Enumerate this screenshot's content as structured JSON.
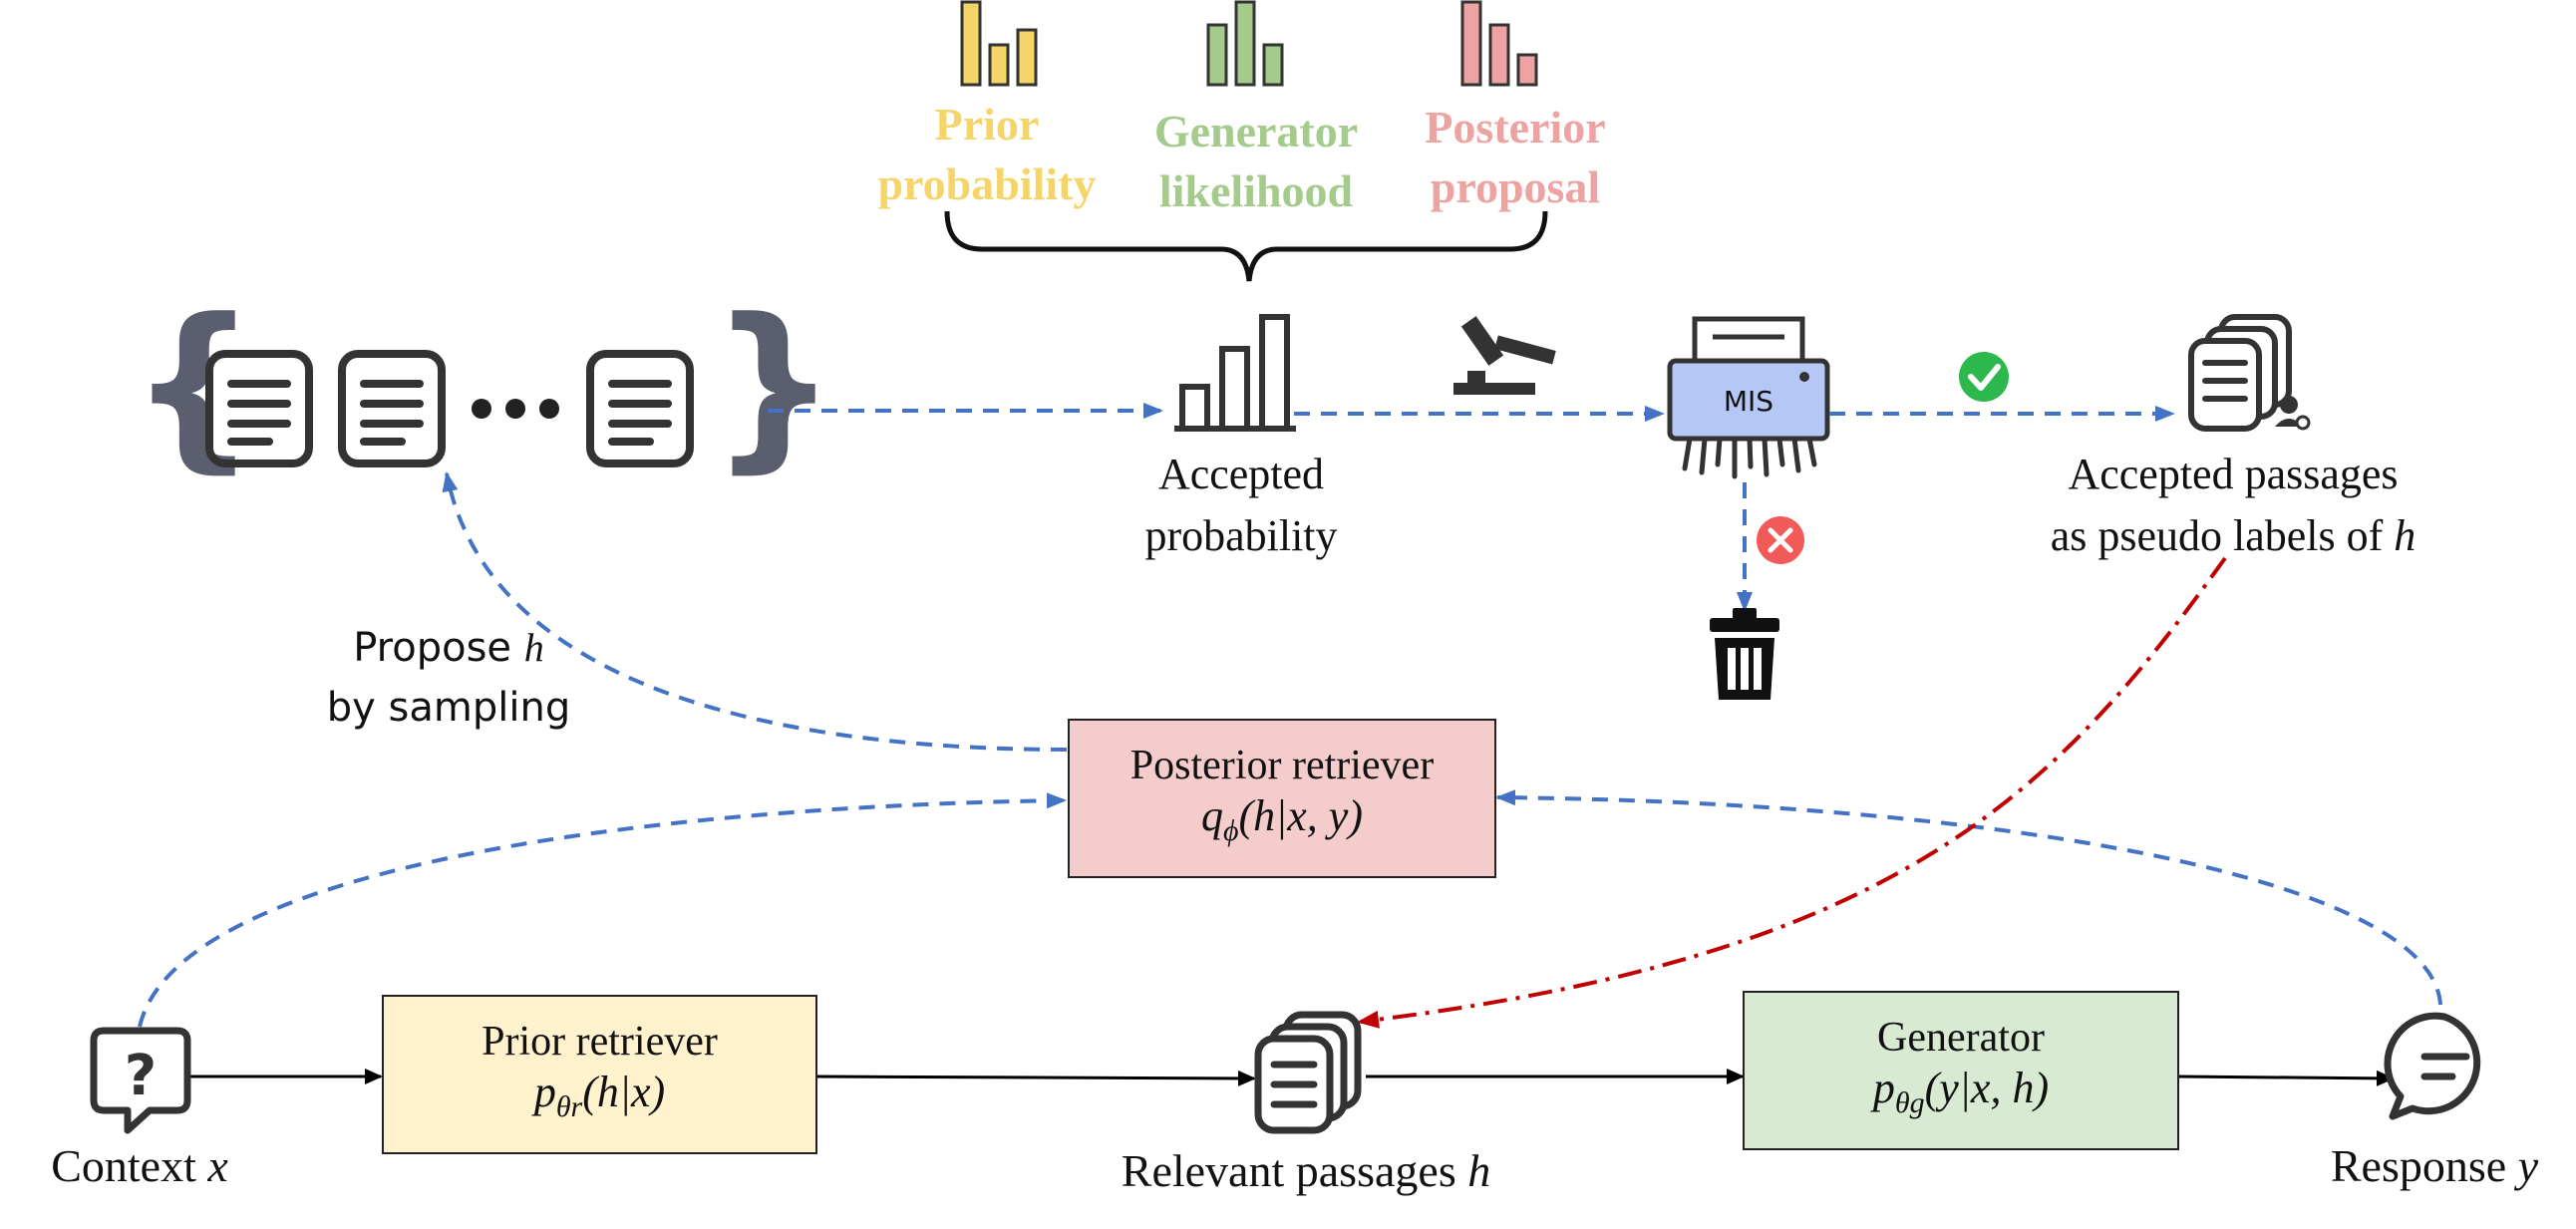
{
  "legend": {
    "prior": {
      "line1": "Prior",
      "line2": "probability",
      "color": "#F5D56A"
    },
    "generator": {
      "line1": "Generator",
      "line2": "likelihood",
      "color": "#A4CB8B"
    },
    "posterior": {
      "line1": "Posterior",
      "line2": "proposal",
      "color": "#EEA3A3"
    }
  },
  "top": {
    "accepted_prob": {
      "line1": "Accepted",
      "line2": "probability"
    },
    "mis_label": "MIS",
    "accepted_passages": {
      "line1": "Accepted passages",
      "line2_prefix": "as pseudo labels of ",
      "var": "h"
    },
    "propose": {
      "line1_prefix": "Propose ",
      "var": "h",
      "line2": "by sampling"
    }
  },
  "boxes": {
    "posterior": {
      "title": "Posterior retriever",
      "formula_prefix": "q",
      "formula_sub": "ϕ",
      "formula_rest": "(h|x, y)",
      "fill": "#F4CCCC"
    },
    "prior": {
      "title": "Prior retriever",
      "formula_prefix": "p",
      "formula_sub": "θr",
      "formula_rest": "(h|x)",
      "fill": "#FFF2CC"
    },
    "generator": {
      "title": "Generator",
      "formula_prefix": "p",
      "formula_sub": "θg",
      "formula_rest": "(y|x, h)",
      "fill": "#D9EAD3"
    }
  },
  "bottom": {
    "context": {
      "prefix": "Context ",
      "var": "x"
    },
    "relevant": {
      "prefix": "Relevant passages ",
      "var": "h"
    },
    "response": {
      "prefix": "Response ",
      "var": "y"
    }
  },
  "colors": {
    "dashed_blue": "#4472C4",
    "dashdot_red": "#C00000",
    "icon_dark": "#333333",
    "brace": "#5B5E6E",
    "check_green": "#2DB84D",
    "cross_red": "#F25A5A",
    "mis_blue": "#B4C7F5"
  },
  "icons": [
    "left-brace-icon",
    "document-icon",
    "ellipsis-icon",
    "right-brace-icon",
    "bar-chart-icon",
    "gavel-icon",
    "shredder-icon",
    "check-icon",
    "cross-icon",
    "trash-icon",
    "stacked-documents-icon",
    "question-bubble-icon",
    "chat-bubble-icon"
  ]
}
